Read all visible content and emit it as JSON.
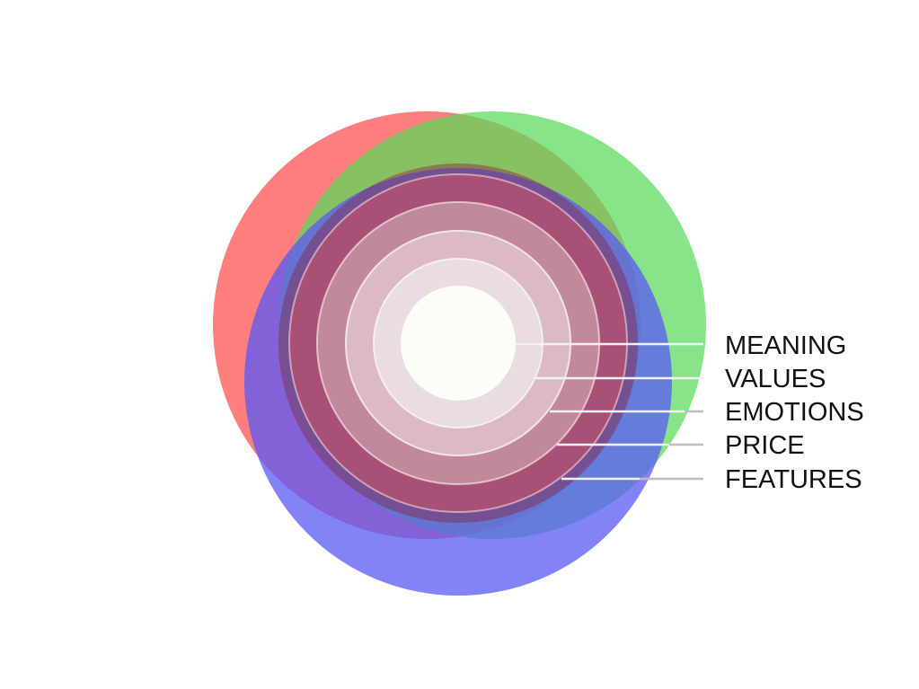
{
  "diagram": {
    "type": "layered-circles",
    "colors": {
      "red_circle": "#ff5a5a",
      "green_circle": "#5ad95a",
      "blue_circle": "#5a5af5",
      "center": "#fbfdf6",
      "leader_line": "#bdbdbd"
    },
    "layers": [
      {
        "label": "MEANING"
      },
      {
        "label": "VALUES"
      },
      {
        "label": "EMOTIONS"
      },
      {
        "label": "PRICE"
      },
      {
        "label": "FEATURES"
      }
    ]
  }
}
